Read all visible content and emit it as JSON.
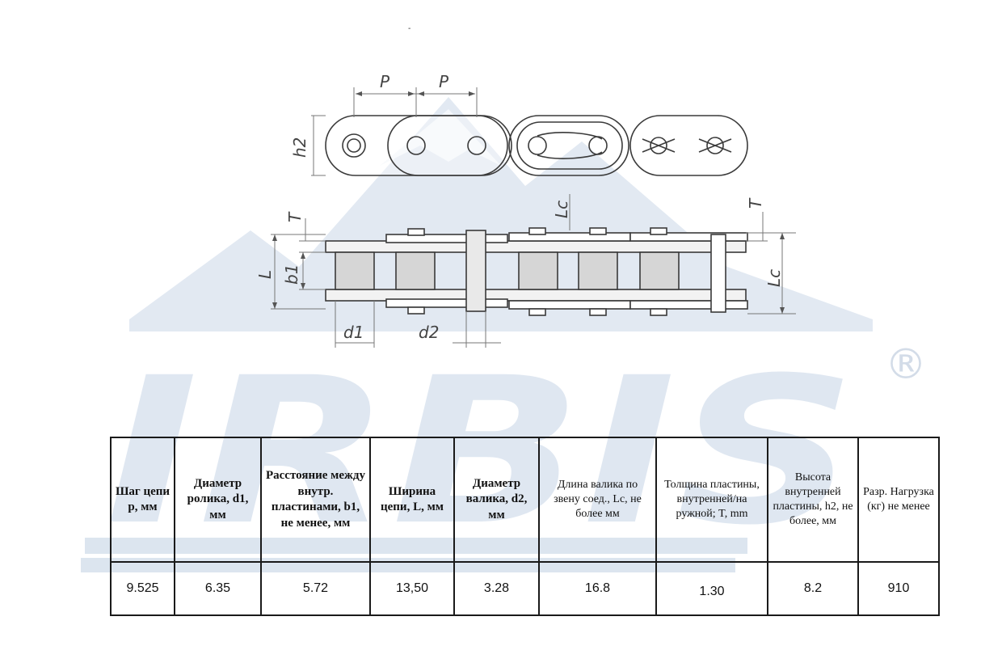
{
  "watermark": {
    "brand": "IRBIS",
    "registered": "®"
  },
  "marker": "-",
  "drawing": {
    "labels": {
      "pitch_1": "P",
      "pitch_2": "P",
      "height": "h2",
      "plate_thickness_left": "T",
      "plate_thickness_right": "T",
      "width": "L",
      "inner_width": "b1",
      "pin_length_top": "Lc",
      "pin_length_right": "Lc",
      "roller_diameter": "d1",
      "pin_diameter": "d2"
    }
  },
  "table": {
    "headers": [
      "Шаг цепи p, мм",
      "Диаметр ролика, d1, мм",
      "Расстояние между внутр. пластинами, b1, не менее, мм",
      "Ширина цепи, L, мм",
      "Диаметр валика, d2, мм",
      "Длина валика по звену соед., Lc, не более мм",
      "Толщина пластины, внутренней/на ружной; T, mm",
      "Высота внутренней пластины, h2, не более, мм",
      "Разр. Нагрузка (кг) не менее"
    ],
    "row": [
      "9.525",
      "6.35",
      "5.72",
      "13,50",
      "3.28",
      "16.8",
      "1.30",
      "8.2",
      "910"
    ]
  }
}
